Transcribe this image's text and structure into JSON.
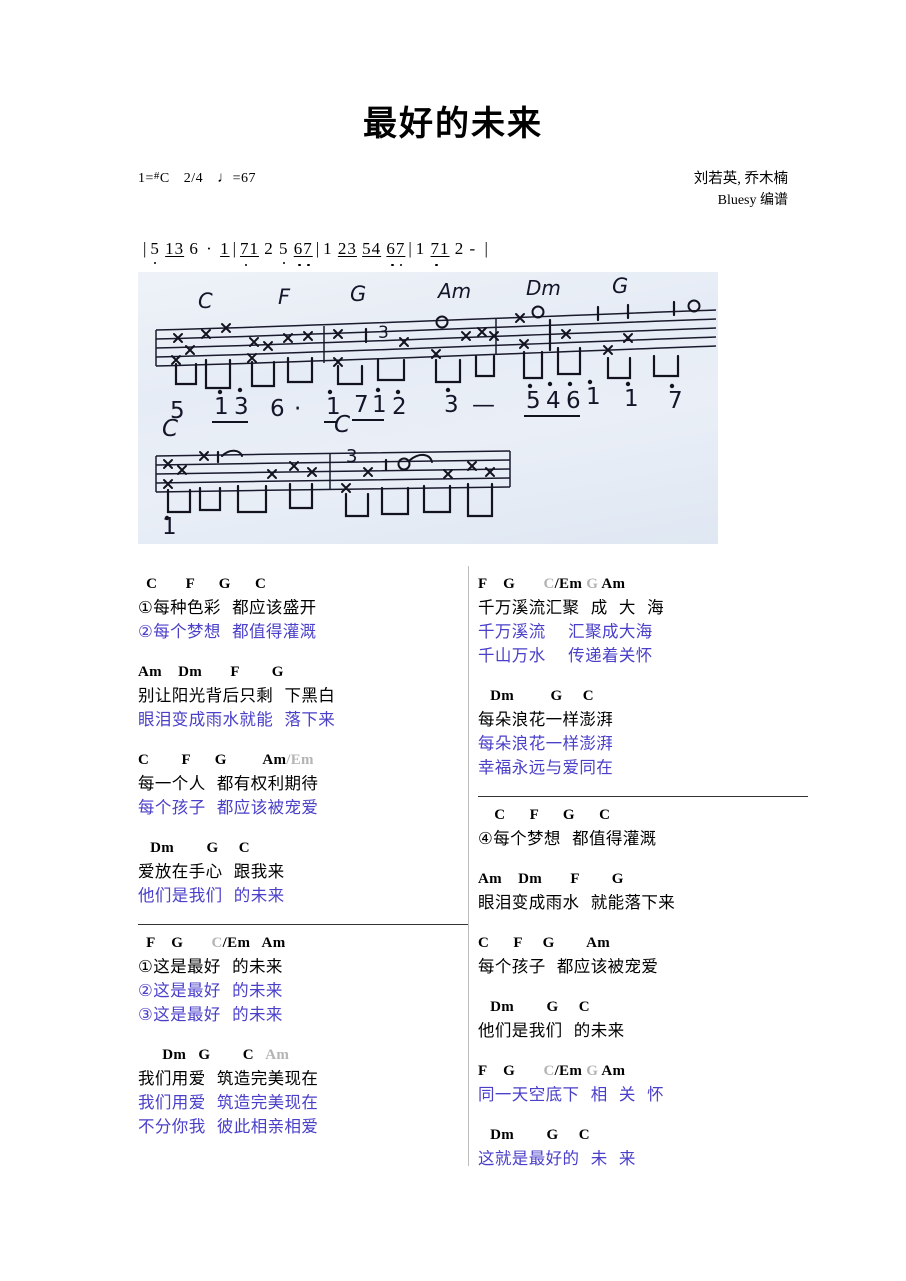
{
  "document": {
    "title": "最好的未来",
    "key_signature": "1=",
    "key_accidental": "#",
    "key_note": "C",
    "time_signature": "2/4",
    "tempo_symbol": "♩",
    "tempo": "=67",
    "byline_composer": "刘若英, 乔木楠",
    "byline_arranger": "Bluesy 编谱"
  },
  "notation": {
    "intro_line": "| 5 13 6 · 1 | 71 2 5 67 | 1 23 54 67 | 1 71 2 - |",
    "tab_chords_row1": [
      "C",
      "F",
      "G",
      "Am",
      "Dm",
      "G"
    ],
    "tab_numbers_row1": [
      "5",
      "13",
      "6 ·",
      "1",
      "71",
      "2",
      "3",
      "—",
      "5461",
      "1",
      "7"
    ],
    "tab_chords_row2": [
      "C",
      "C"
    ],
    "tab_numbers_row2": [
      "1"
    ]
  },
  "left_column": {
    "stanzas": [
      {
        "chords": "  C       F      G      C",
        "lines": [
          {
            "text": "①每种色彩  都应该盛开",
            "color": "black"
          },
          {
            "text": "②每个梦想  都值得灌溉",
            "color": "blue"
          }
        ]
      },
      {
        "chords": "Am    Dm       F        G",
        "lines": [
          {
            "text": "别让阳光背后只剩  下黑白",
            "color": "black"
          },
          {
            "text": "眼泪变成雨水就能  落下来",
            "color": "blue"
          }
        ]
      },
      {
        "chords_parts": [
          {
            "text": "C        F      G         Am",
            "muted": false
          },
          {
            "text": "/Em",
            "muted": true
          }
        ],
        "lines": [
          {
            "text": "每一个人  都有权利期待",
            "color": "black"
          },
          {
            "text": "每个孩子  都应该被宠爱",
            "color": "blue"
          }
        ]
      },
      {
        "chords": "   Dm        G     C",
        "lines": [
          {
            "text": "爱放在手心  跟我来",
            "color": "black"
          },
          {
            "text": "他们是我们  的未来",
            "color": "blue"
          }
        ]
      },
      {
        "divider": true,
        "chords_parts": [
          {
            "text": "  F    G       ",
            "muted": false
          },
          {
            "text": "C",
            "muted": true
          },
          {
            "text": "/Em   Am",
            "muted": false
          }
        ],
        "lines": [
          {
            "text": "①这是最好  的未来",
            "color": "black"
          },
          {
            "text": "②这是最好  的未来",
            "color": "blue"
          },
          {
            "text": "③这是最好  的未来",
            "color": "blue"
          }
        ]
      },
      {
        "chords_parts": [
          {
            "text": "      Dm   G        C   ",
            "muted": false
          },
          {
            "text": "Am",
            "muted": true
          }
        ],
        "lines": [
          {
            "text": "我们用爱  筑造完美现在",
            "color": "black"
          },
          {
            "text": "我们用爱  筑造完美现在",
            "color": "blue"
          },
          {
            "text": "不分你我  彼此相亲相爱",
            "color": "blue"
          }
        ]
      }
    ]
  },
  "right_column": {
    "stanzas": [
      {
        "chords_parts": [
          {
            "text": "F    G       ",
            "muted": false
          },
          {
            "text": "C",
            "muted": true
          },
          {
            "text": "/Em ",
            "muted": false
          },
          {
            "text": "G",
            "muted": true
          },
          {
            "text": " Am",
            "muted": false
          }
        ],
        "lines": [
          {
            "text": "千万溪流汇聚  成  大  海",
            "color": "black"
          },
          {
            "text": "千万溪流    汇聚成大海",
            "color": "blue"
          },
          {
            "text": "千山万水    传递着关怀",
            "color": "blue"
          }
        ]
      },
      {
        "chords": "   Dm         G     C",
        "lines": [
          {
            "text": "每朵浪花一样澎湃",
            "color": "black"
          },
          {
            "text": "每朵浪花一样澎湃",
            "color": "blue"
          },
          {
            "text": "幸福永远与爱同在",
            "color": "blue"
          }
        ]
      },
      {
        "divider": true,
        "chords": "    C      F      G      C",
        "lines": [
          {
            "text": "④每个梦想  都值得灌溉",
            "color": "black"
          }
        ]
      },
      {
        "chords": "Am    Dm       F        G",
        "lines": [
          {
            "text": "眼泪变成雨水  就能落下来",
            "color": "black"
          }
        ]
      },
      {
        "chords": "C      F     G        Am",
        "lines": [
          {
            "text": "每个孩子  都应该被宠爱",
            "color": "black"
          }
        ]
      },
      {
        "chords": "   Dm        G     C",
        "lines": [
          {
            "text": "他们是我们  的未来",
            "color": "black"
          }
        ]
      },
      {
        "chords_parts": [
          {
            "text": "F    G       ",
            "muted": false
          },
          {
            "text": "C",
            "muted": true
          },
          {
            "text": "/Em ",
            "muted": false
          },
          {
            "text": "G",
            "muted": true
          },
          {
            "text": " Am",
            "muted": false
          }
        ],
        "lines": [
          {
            "text": "同一天空底下  相  关  怀",
            "color": "blue"
          }
        ]
      },
      {
        "chords": "   Dm        G     C",
        "lines": [
          {
            "text": "这就是最好的  未  来",
            "color": "blue"
          }
        ]
      }
    ]
  }
}
